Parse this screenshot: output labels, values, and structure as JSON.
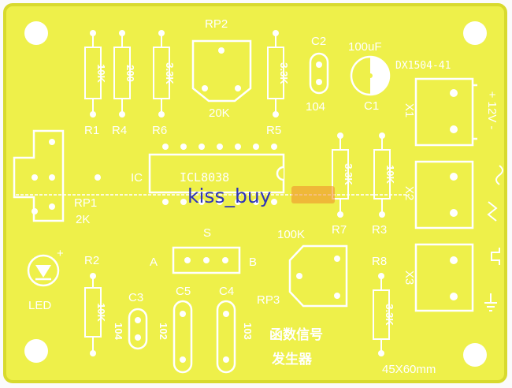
{
  "board": {
    "colors": {
      "substrate": "#eef04a",
      "substrate_edge": "#d8da2e",
      "silk": "#ffffff",
      "hole": "#ffffff",
      "watermark": "#2f34b8",
      "watermark_accent": "#f08a2a"
    },
    "labels": {
      "rp2": "RP2",
      "rp2_value": "20K",
      "r1_value": "10K",
      "r4_value": "200",
      "r6_value": "3.3K",
      "r5_value": "3.3K",
      "r1": "R1",
      "r4": "R4",
      "r6": "R6",
      "r5": "R5",
      "c2": "C2",
      "c2_value": "104",
      "c1_value": "100uF",
      "c1": "C1",
      "part_no": "DX1504-41",
      "ic": "IC",
      "ic_name": "ICL8038",
      "rp1": "RP1",
      "rp1_value": "2K",
      "r7_value": "3.3K",
      "r3_value": "10K",
      "r7": "R7",
      "r3": "R3",
      "rp3_value": "100K",
      "rp3": "RP3",
      "s": "S",
      "a": "A",
      "b": "B",
      "r2": "R2",
      "r2_value": "10K",
      "led": "LED",
      "led_plus": "+",
      "c3": "C3",
      "c3_value": "104",
      "c5": "C5",
      "c5_value": "102",
      "c4": "C4",
      "c4_value": "103",
      "r8": "R8",
      "r8_value": "3.3K",
      "x1": "X1",
      "x2": "X2",
      "x3": "X3",
      "power": "+ 12V -",
      "title_line1": "函数信号",
      "title_line2": "发生器",
      "size": "45X60mm",
      "watermark": "kiss_buy"
    }
  }
}
